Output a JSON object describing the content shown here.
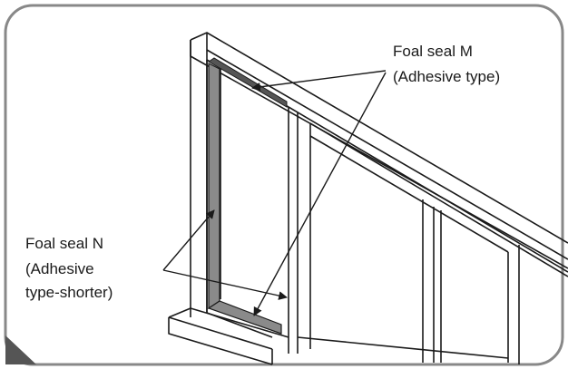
{
  "callouts": {
    "seal_m": {
      "line1": "Foal seal M",
      "line2": "(Adhesive type)"
    },
    "seal_n": {
      "line1": "Foal seal N",
      "line2": "(Adhesive",
      "line3": "type-shorter)"
    }
  },
  "colors": {
    "frame_border": "#888888",
    "line": "#1a1a1a",
    "seal_fill": "#8a8a8a",
    "corner_accent": "#555555",
    "background": "#ffffff"
  }
}
